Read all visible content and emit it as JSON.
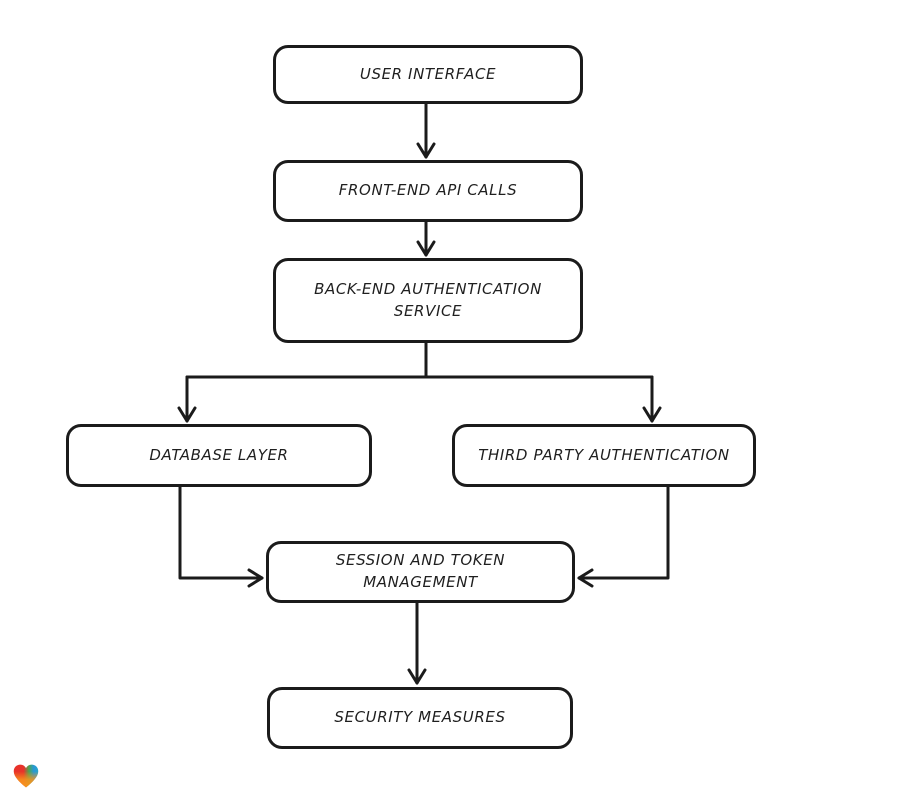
{
  "diagram": {
    "background_color": "#ffffff",
    "stroke_color": "#1b1b1b",
    "node_fill_color": "#ffffff",
    "nodes": [
      {
        "id": "user-interface",
        "label": "USER INTERFACE"
      },
      {
        "id": "front-end-api-calls",
        "label": "FRONT-END API CALLS"
      },
      {
        "id": "back-end-authentication-service",
        "label": "BACK-END AUTHENTICATION\nSERVICE"
      },
      {
        "id": "database-layer",
        "label": "DATABASE LAYER"
      },
      {
        "id": "third-party-authentication",
        "label": "THIRD PARTY AUTHENTICATION"
      },
      {
        "id": "session-and-token-management",
        "label": "SESSION AND TOKEN\nMANAGEMENT"
      },
      {
        "id": "security-measures",
        "label": "SECURITY MEASURES"
      }
    ],
    "edges": [
      {
        "from": "user-interface",
        "to": "front-end-api-calls"
      },
      {
        "from": "front-end-api-calls",
        "to": "back-end-authentication-service"
      },
      {
        "from": "back-end-authentication-service",
        "to": "database-layer"
      },
      {
        "from": "back-end-authentication-service",
        "to": "third-party-authentication"
      },
      {
        "from": "database-layer",
        "to": "session-and-token-management"
      },
      {
        "from": "third-party-authentication",
        "to": "session-and-token-management"
      },
      {
        "from": "session-and-token-management",
        "to": "security-measures"
      }
    ],
    "watermark": {
      "icon": "heart-icon",
      "colors": [
        "#e8322a",
        "#4ca550",
        "#2797d8",
        "#f7941d"
      ]
    }
  }
}
